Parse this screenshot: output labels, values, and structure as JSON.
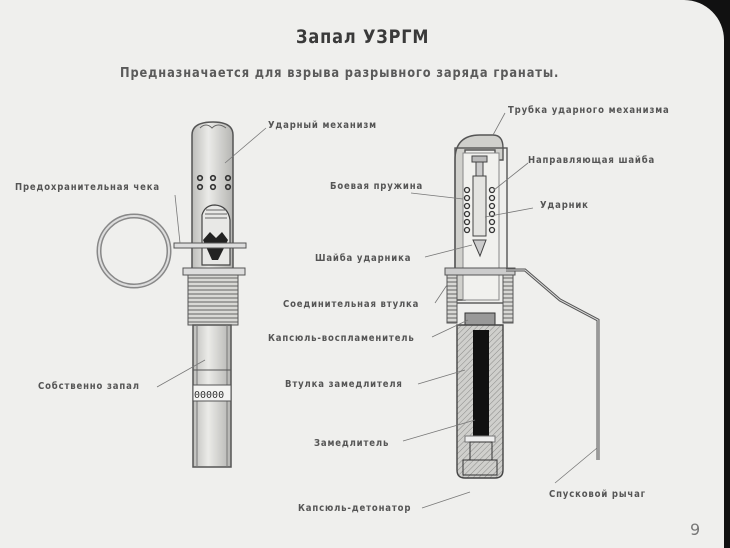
{
  "slide": {
    "title": "Запал УЗРГМ",
    "subtitle": "Предназначается для взрыва разрывного заряда гранаты.",
    "page_number": "9",
    "background_color": "#efefed",
    "frame_color": "#111111"
  },
  "left_view": {
    "labels": {
      "striker_mechanism": "Ударный механизм",
      "safety_pin": "Предохранительная чека",
      "fuse_body": "Собственно запал"
    },
    "band_marking": "00000"
  },
  "section_view": {
    "labels": {
      "striker_tube": "Трубка ударного механизма",
      "guide_washer": "Направляющая шайба",
      "striker": "Ударник",
      "mainspring": "Боевая пружина",
      "striker_washer": "Шайба ударника",
      "connecting_sleeve": "Соединительная втулка",
      "primer_igniter": "Капсюль-воспламенитель",
      "delay_sleeve": "Втулка замедлителя",
      "delay": "Замедлитель",
      "detonator_cap": "Капсюль-детонатор",
      "release_lever": "Спусковой рычаг"
    }
  }
}
